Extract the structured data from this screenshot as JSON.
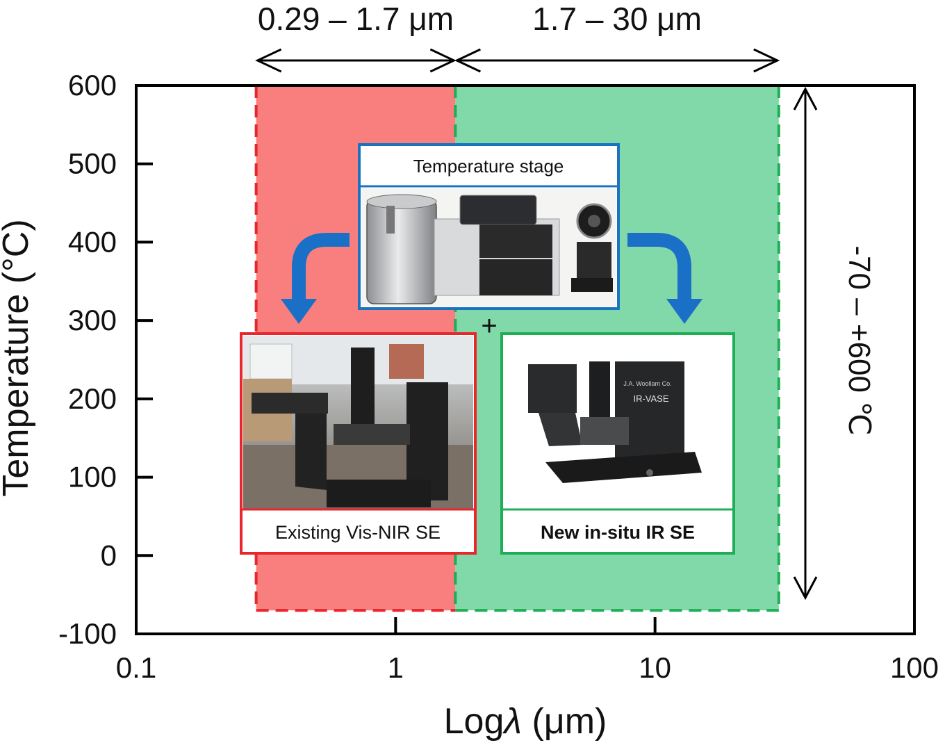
{
  "chart_data": {
    "type": "area",
    "title": "",
    "xlabel_main": "Log",
    "xlabel_symbol": "λ",
    "xlabel_unit": " (μm)",
    "ylabel": "Temperature (°C)",
    "x_scale": "log",
    "xlim": [
      0.1,
      100
    ],
    "ylim": [
      -100,
      600
    ],
    "x_ticks": [
      0.1,
      1,
      10,
      100
    ],
    "x_tick_labels": [
      "0.1",
      "1",
      "10",
      "100"
    ],
    "y_ticks": [
      600,
      500,
      400,
      300,
      200,
      100,
      0,
      -100
    ],
    "y_tick_labels": [
      "600",
      "500",
      "400",
      "300",
      "200",
      "100",
      "0",
      "-100"
    ],
    "grid": false,
    "regions": [
      {
        "x_start": 0.29,
        "x_end": 1.7,
        "y_start": -70,
        "y_end": 600,
        "fill": "#f87f7d",
        "border": "#e8262c",
        "range_label": "0.29 – 1.7 μm"
      },
      {
        "x_start": 1.7,
        "x_end": 30,
        "y_start": -70,
        "y_end": 600,
        "fill": "#81d8a8",
        "border": "#1fae55",
        "range_label": "1.7 – 30 μm"
      }
    ],
    "temperature_range_label": "-70 – +600 ℃",
    "annotations": {
      "temperature_stage": "Temperature stage",
      "existing_se": "Existing Vis-NIR SE",
      "new_se": "New in-situ IR SE",
      "plus": "+"
    }
  },
  "colors": {
    "stage_border": "#1a73c0",
    "arrow_blue": "#1a6fc7",
    "red_box": "#e8262c",
    "green_box": "#1fae55"
  }
}
